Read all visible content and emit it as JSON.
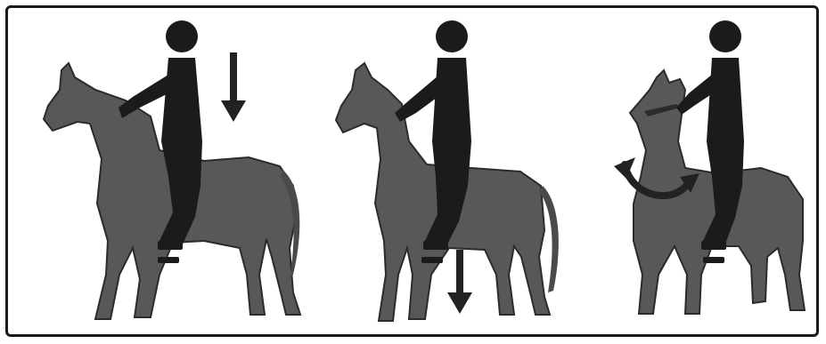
{
  "colors": {
    "horse": "#58585a",
    "horse_outline": "#2b2b2b",
    "rider": "#1b1b1b",
    "arrow": "#222222",
    "frame_border": "#1a1a1a",
    "background": "#ffffff"
  },
  "panels": [
    {
      "id": "panel-1",
      "icon": "down-arrow-icon",
      "action": "sit-down"
    },
    {
      "id": "panel-2",
      "icon": "down-arrow-icon",
      "action": "heel-down"
    },
    {
      "id": "panel-3",
      "icon": "curved-double-arrow-icon",
      "action": "turn-horse"
    }
  ]
}
